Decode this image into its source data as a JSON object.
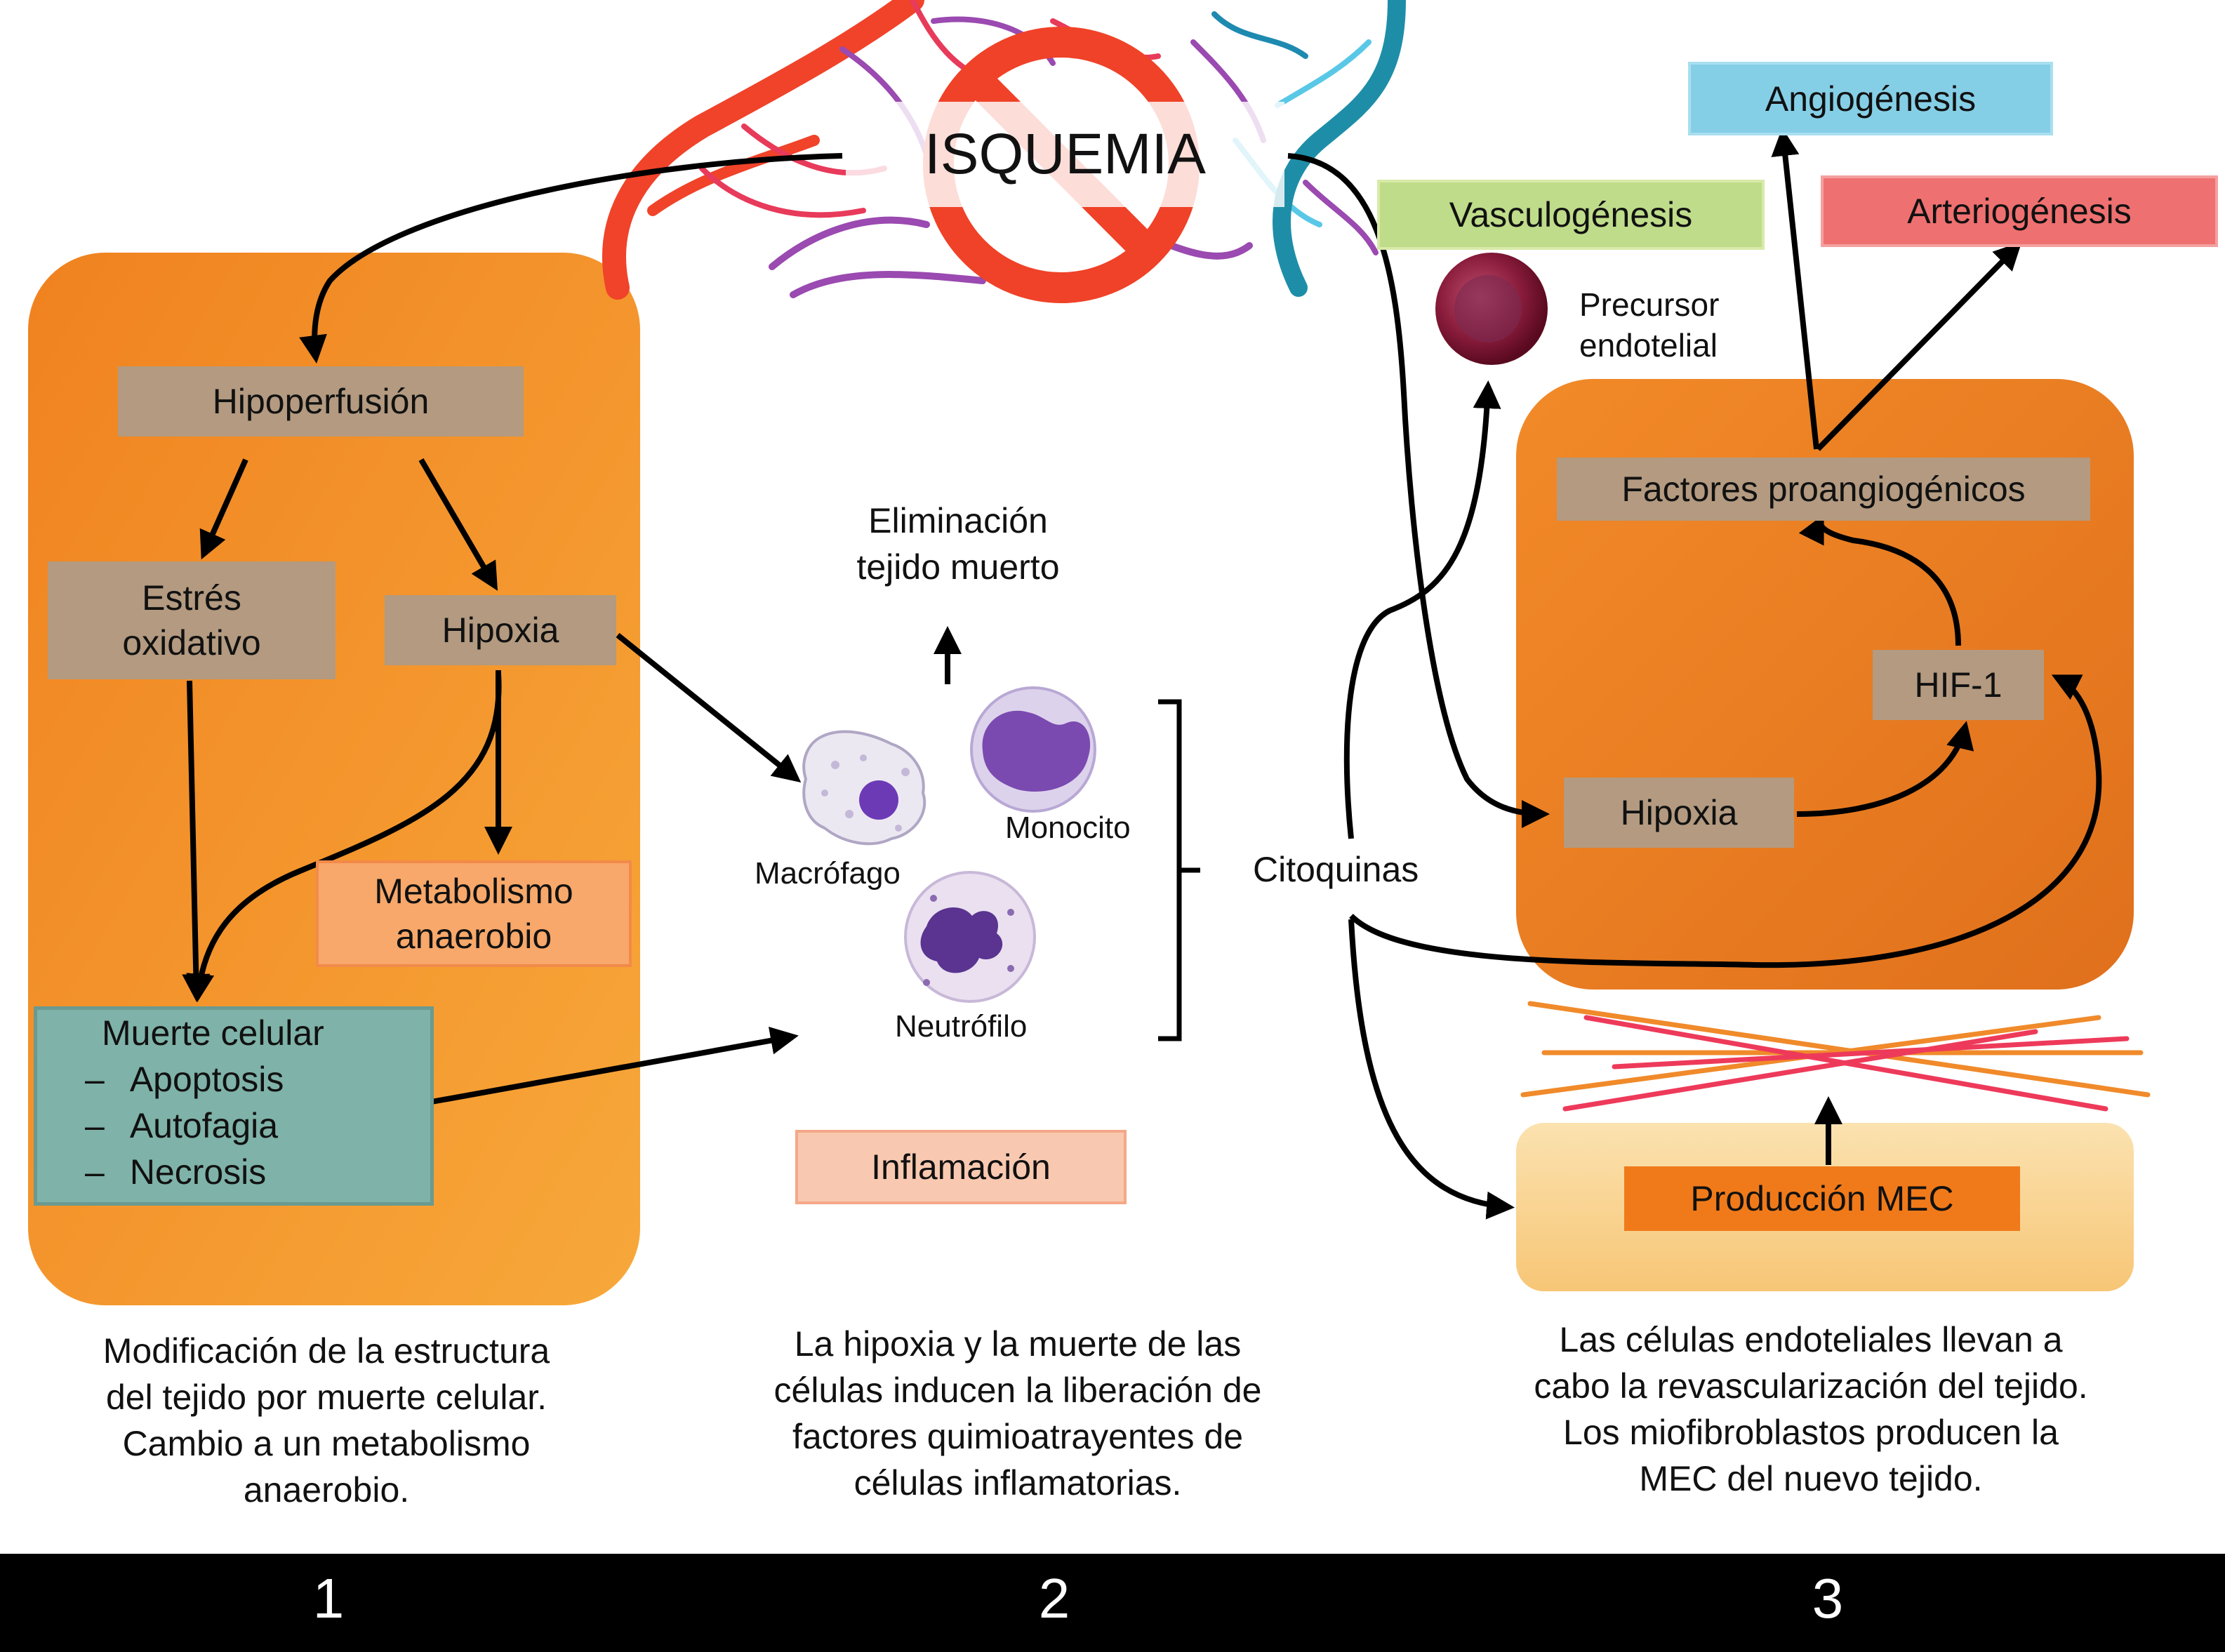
{
  "colors": {
    "panel_orange": "#f28a24",
    "panel_light": "#f9d79a",
    "tan_box": "#b39a80",
    "teal_box": "#7fb2a8",
    "salmon_box": "#f7a86a",
    "pink_box": "#f8c9b0",
    "mec_box": "#f07a1a",
    "angiogenesis": "#85cfe6",
    "vasculogenesis": "#bfdc8a",
    "arteriogenesis": "#ef7070",
    "bottom_bar": "#000000"
  },
  "title": "ISQUEMIA",
  "panel1": {
    "hipoperfusion": "Hipoperfusión",
    "estres": [
      "Estrés",
      "oxidativo"
    ],
    "hipoxia": "Hipoxia",
    "metabolismo": [
      "Metabolismo",
      "anaerobio"
    ],
    "muerte_title": "Muerte celular",
    "muerte_items": [
      "Apoptosis",
      "Autofagia",
      "Necrosis"
    ],
    "bullet": "–"
  },
  "panel2": {
    "eliminacion": [
      "Eliminación",
      "tejido muerto"
    ],
    "macrofago": "Macrófago",
    "monocito": "Monocito",
    "neutrofilo": "Neutrófilo",
    "citoquinas": "Citoquinas",
    "inflamacion": "Inflamación"
  },
  "panel3": {
    "angiogenesis": "Angiogénesis",
    "vasculogenesis": "Vasculogénesis",
    "arteriogenesis": "Arteriogénesis",
    "precursor": [
      "Precursor",
      "endotelial"
    ],
    "factores": "Factores proangiogénicos",
    "hif": "HIF-1",
    "hipoxia": "Hipoxia",
    "produccion": "Producción MEC"
  },
  "captions": {
    "c1": [
      "Modificación de la estructura",
      "del tejido por muerte celular.",
      "Cambio a un metabolismo",
      "anaerobio."
    ],
    "c2": [
      "La hipoxia y la muerte de las",
      "células inducen la liberación de",
      "factores quimioatrayentes de",
      "células inflamatorias."
    ],
    "c3": [
      "Las células endoteliales llevan a",
      "cabo la revascularización del tejido.",
      "Los miofibroblastos producen la",
      "MEC del nuevo tejido."
    ]
  },
  "panel_numbers": [
    "1",
    "2",
    "3"
  ],
  "icons": {
    "prohibition": "prohibition-sign-icon",
    "vessels": "blood-vessels-icon",
    "macrophage": "macrophage-cell-icon",
    "monocyte": "monocyte-cell-icon",
    "neutrophil": "neutrophil-cell-icon",
    "endothelial": "endothelial-precursor-cell-icon",
    "fibers": "ecm-fibers-icon"
  }
}
